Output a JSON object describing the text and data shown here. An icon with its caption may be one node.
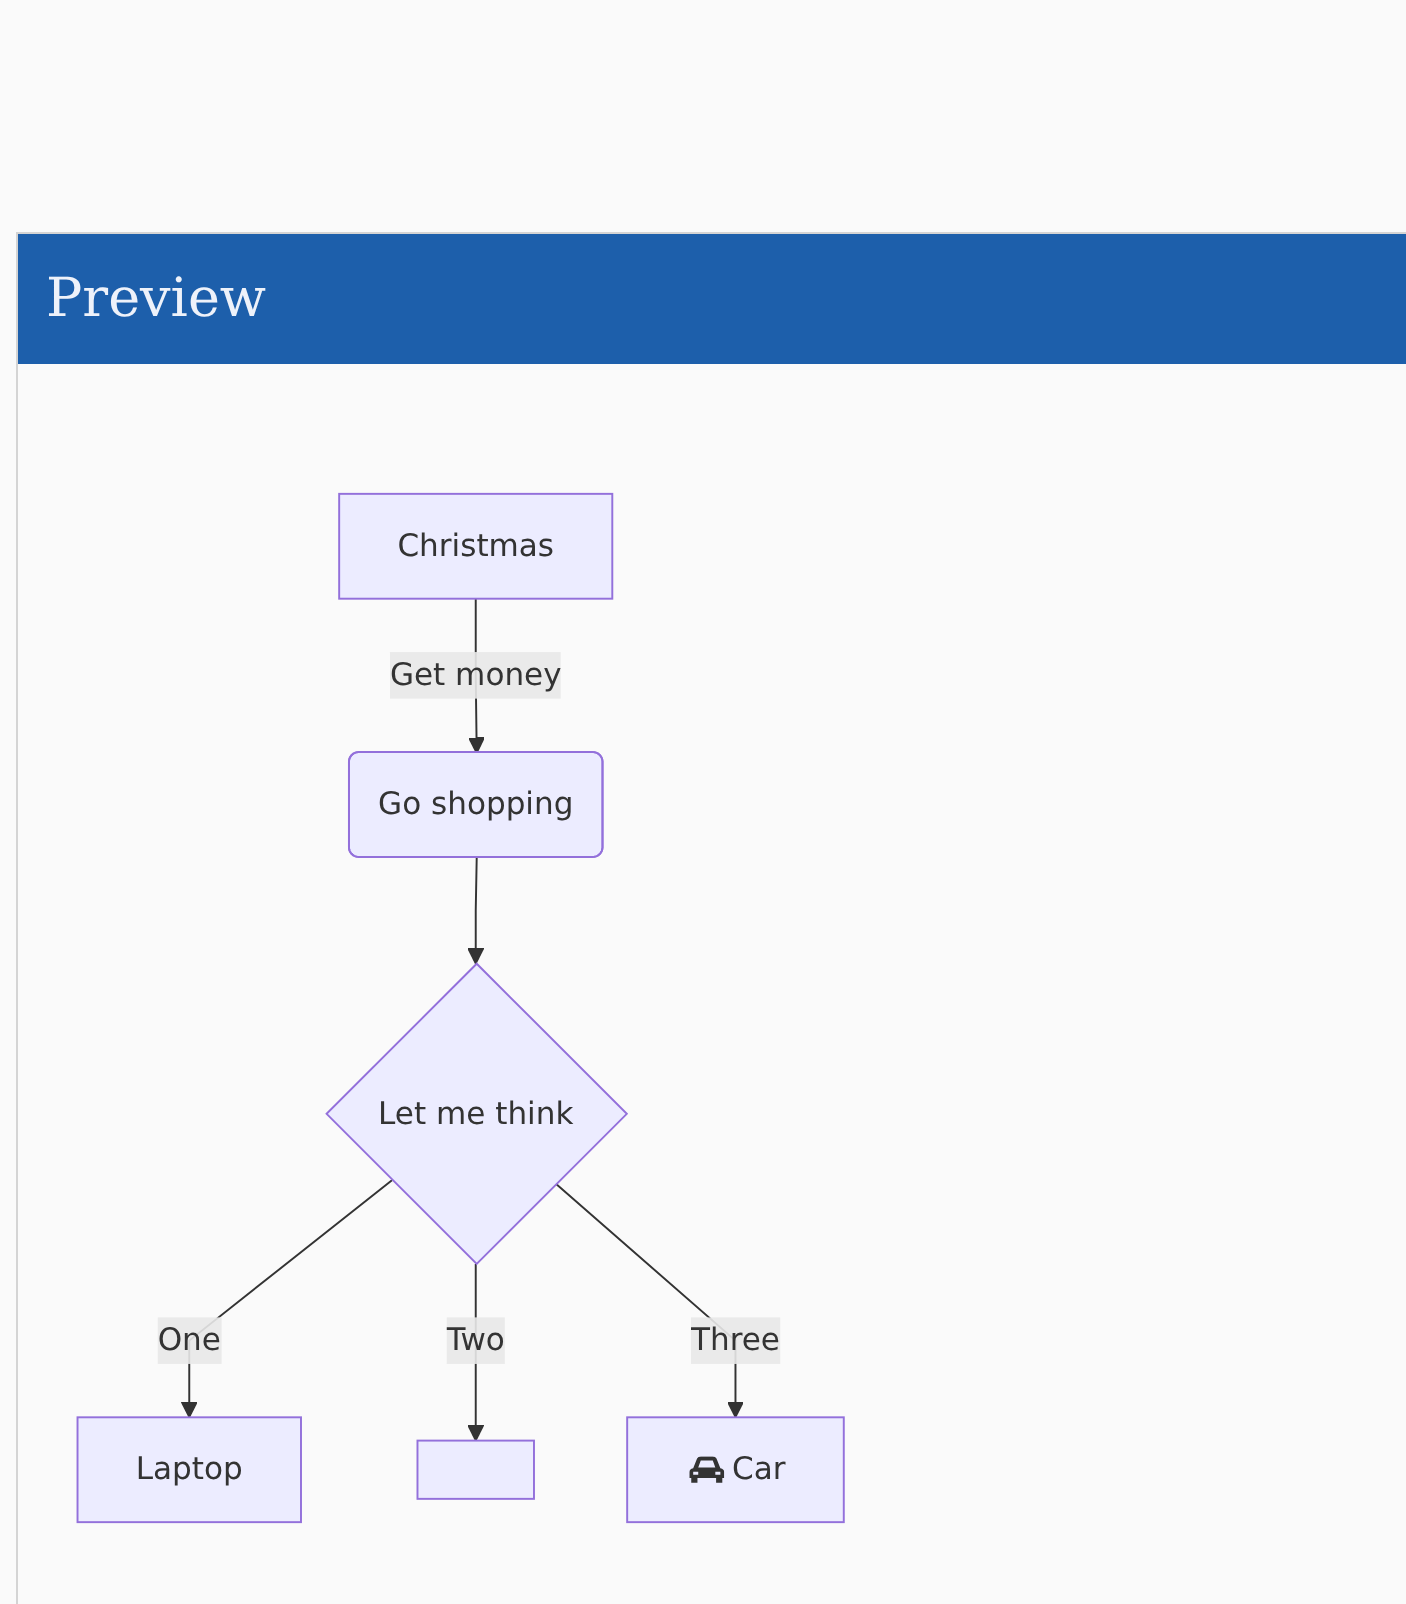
{
  "diagram": {
    "nodes": [
      {
        "text": [
          "Christmas"
        ]
      },
      {
        "text": [
          "Go shopping"
        ]
      },
      {
        "text": [
          "Let me think"
        ]
      },
      {
        "text": [
          "Laptop"
        ]
      },
      {
        "text": [],
        "shape": "box"
      },
      {
        "text": [
          "Car"
        ]
      }
    ],
    "edges": [
      {
        "from": 0,
        "to": 1,
        "arrow": "to",
        "label": "Get money"
      },
      {
        "from": 1,
        "to": 2,
        "arrow": "to"
      },
      {
        "from": 2,
        "to": 3,
        "arrow": "to",
        "label": "One"
      },
      {
        "from": 2,
        "to": 4,
        "arrow": "to",
        "label": "Two"
      },
      {
        "from": 2,
        "to": 5,
        "arrow": "to",
        "label": "Three"
      }
    ],
    "labels": [
      "Preview"
    ]
  }
}
